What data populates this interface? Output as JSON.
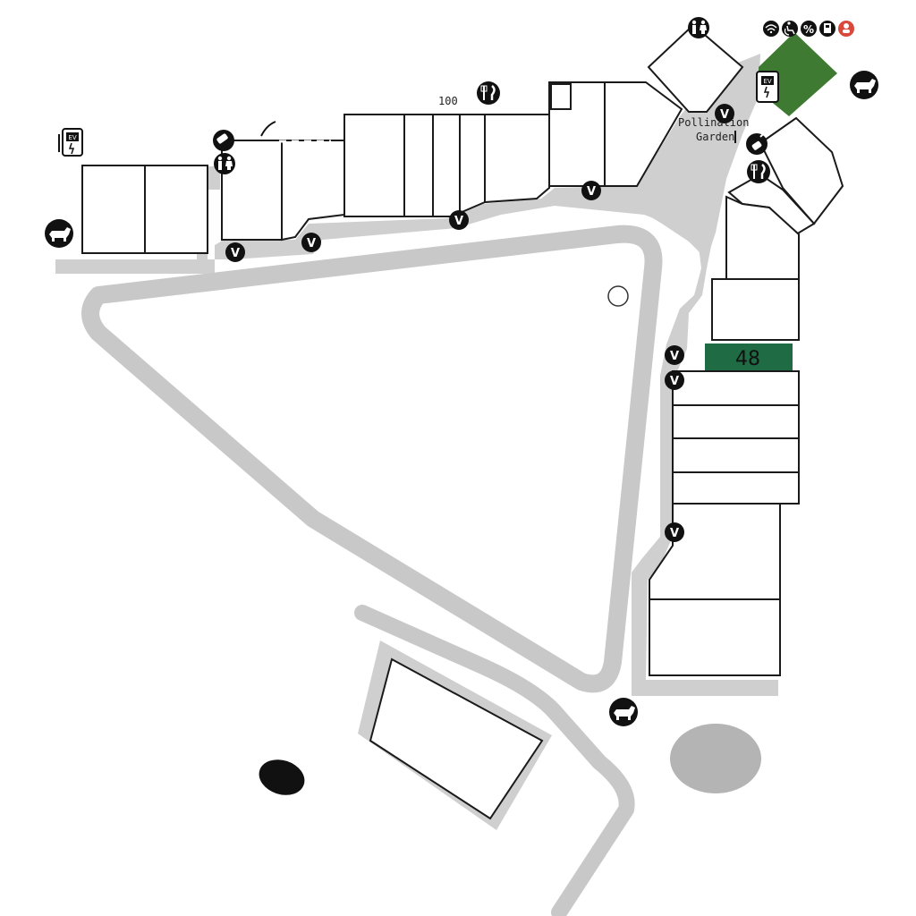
{
  "map": {
    "labels": {
      "unit_100": "100",
      "pollination_line1": "Pollination",
      "pollination_line2": "Garden",
      "highlighted_unit": "48"
    },
    "highlight_color": "#1e6b44",
    "garden_color": "#3f7a32",
    "walkway_color": "#c8c8c8",
    "amenity_icons": [
      "wifi-icon",
      "accessible-icon",
      "percent-icon",
      "atm-icon",
      "information-icon"
    ],
    "markers": {
      "restroom": [
        "restroom-icon",
        "restroom-icon"
      ],
      "dining": [
        "dining-icon",
        "dining-icon"
      ],
      "ev_charging": [
        "ev-charging-icon",
        "ev-charging-icon"
      ],
      "dog": [
        "dog-icon",
        "dog-icon",
        "dog-icon"
      ],
      "vendor_letter": "V"
    }
  }
}
